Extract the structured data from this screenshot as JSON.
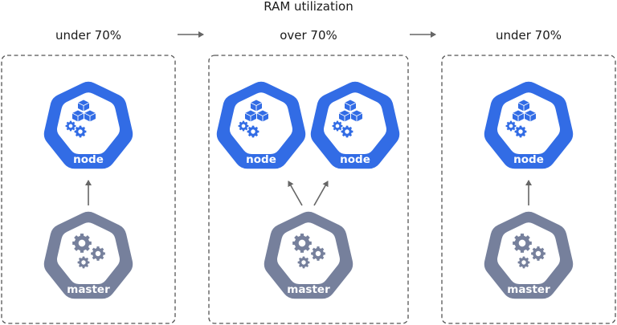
{
  "title": "RAM utilization",
  "phases": [
    {
      "label": "under 70%",
      "nodes": [
        {
          "label": "node"
        }
      ],
      "master": {
        "label": "master"
      }
    },
    {
      "label": "over 70%",
      "nodes": [
        {
          "label": "node"
        },
        {
          "label": "node"
        }
      ],
      "master": {
        "label": "master"
      }
    },
    {
      "label": "under 70%",
      "nodes": [
        {
          "label": "node"
        }
      ],
      "master": {
        "label": "master"
      }
    }
  ],
  "colors": {
    "node": "#326ce5",
    "master": "#76809c",
    "panel_border": "#555555",
    "arrow": "#666666",
    "icon_fill": "#326ce5",
    "gear_fill": "#76809c"
  },
  "icons": {
    "node": "cubes-and-gears-icon",
    "master": "gears-icon",
    "transition": "arrow-right-icon",
    "link": "arrow-up-icon"
  }
}
